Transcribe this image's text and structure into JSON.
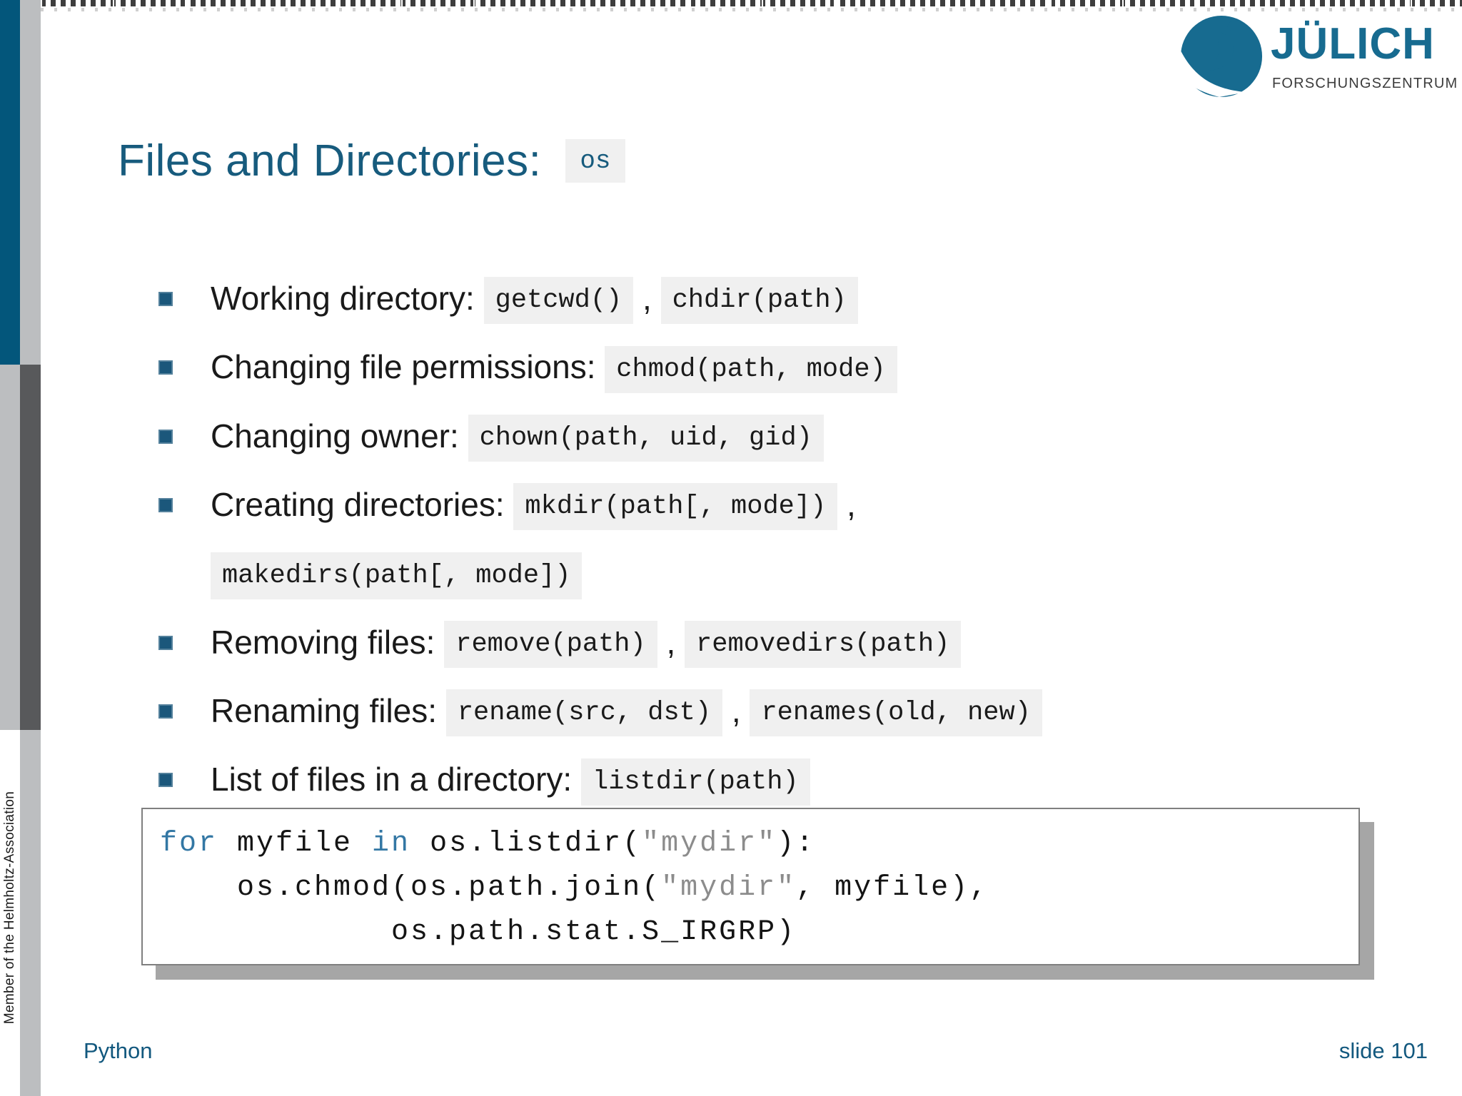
{
  "colors": {
    "accent_teal": "#175B7D",
    "sidebar_blue": "#03567B",
    "sidebar_light_gray": "#BCBEC0",
    "sidebar_dark_gray": "#58595B",
    "chip_background": "#F0F0F0",
    "code_keyword_blue": "#3377A4",
    "code_string_gray": "#8C8C8C",
    "code_shadow_gray": "#A6A6A6",
    "logo_blue": "#176B90"
  },
  "logo": {
    "name": "JÜLICH",
    "subtitle": "FORSCHUNGSZENTRUM",
    "mark": "julich-swoosh-circle-icon"
  },
  "sidebar": {
    "vertical_text": "Member of the Helmholtz-Association"
  },
  "header": {
    "title": "Files and Directories:",
    "title_code": "os"
  },
  "bullets": [
    {
      "label": "Working directory:",
      "codes": [
        "getcwd()",
        "chdir(path)"
      ],
      "break_after": 0
    },
    {
      "label": "Changing file permissions:",
      "codes": [
        "chmod(path, mode)"
      ],
      "break_after": 0
    },
    {
      "label": "Changing owner:",
      "codes": [
        "chown(path, uid, gid)"
      ],
      "break_after": 0
    },
    {
      "label": "Creating directories:",
      "codes": [
        "mkdir(path[, mode])",
        "makedirs(path[, mode])"
      ],
      "break_after": 1
    },
    {
      "label": "Removing files:",
      "codes": [
        "remove(path)",
        "removedirs(path)"
      ],
      "break_after": 0
    },
    {
      "label": "Renaming files:",
      "codes": [
        "rename(src, dst)",
        "renames(old, new)"
      ],
      "break_after": 0
    },
    {
      "label": "List of files in a directory:",
      "codes": [
        "listdir(path)"
      ],
      "break_after": 0
    }
  ],
  "code_block": {
    "lines": [
      [
        {
          "text": "for",
          "type": "keyword"
        },
        {
          "text": " myfile ",
          "type": "plain"
        },
        {
          "text": "in",
          "type": "keyword"
        },
        {
          "text": " os.listdir(",
          "type": "plain"
        },
        {
          "text": "\"mydir\"",
          "type": "string"
        },
        {
          "text": "):",
          "type": "plain"
        }
      ],
      [
        {
          "text": "    os.chmod(os.path.join(",
          "type": "plain"
        },
        {
          "text": "\"mydir\"",
          "type": "string"
        },
        {
          "text": ", myfile),",
          "type": "plain"
        }
      ],
      [
        {
          "text": "            os.path.stat.S_IRGRP)",
          "type": "plain"
        }
      ]
    ]
  },
  "footer": {
    "left": "Python",
    "right": "slide 101"
  }
}
